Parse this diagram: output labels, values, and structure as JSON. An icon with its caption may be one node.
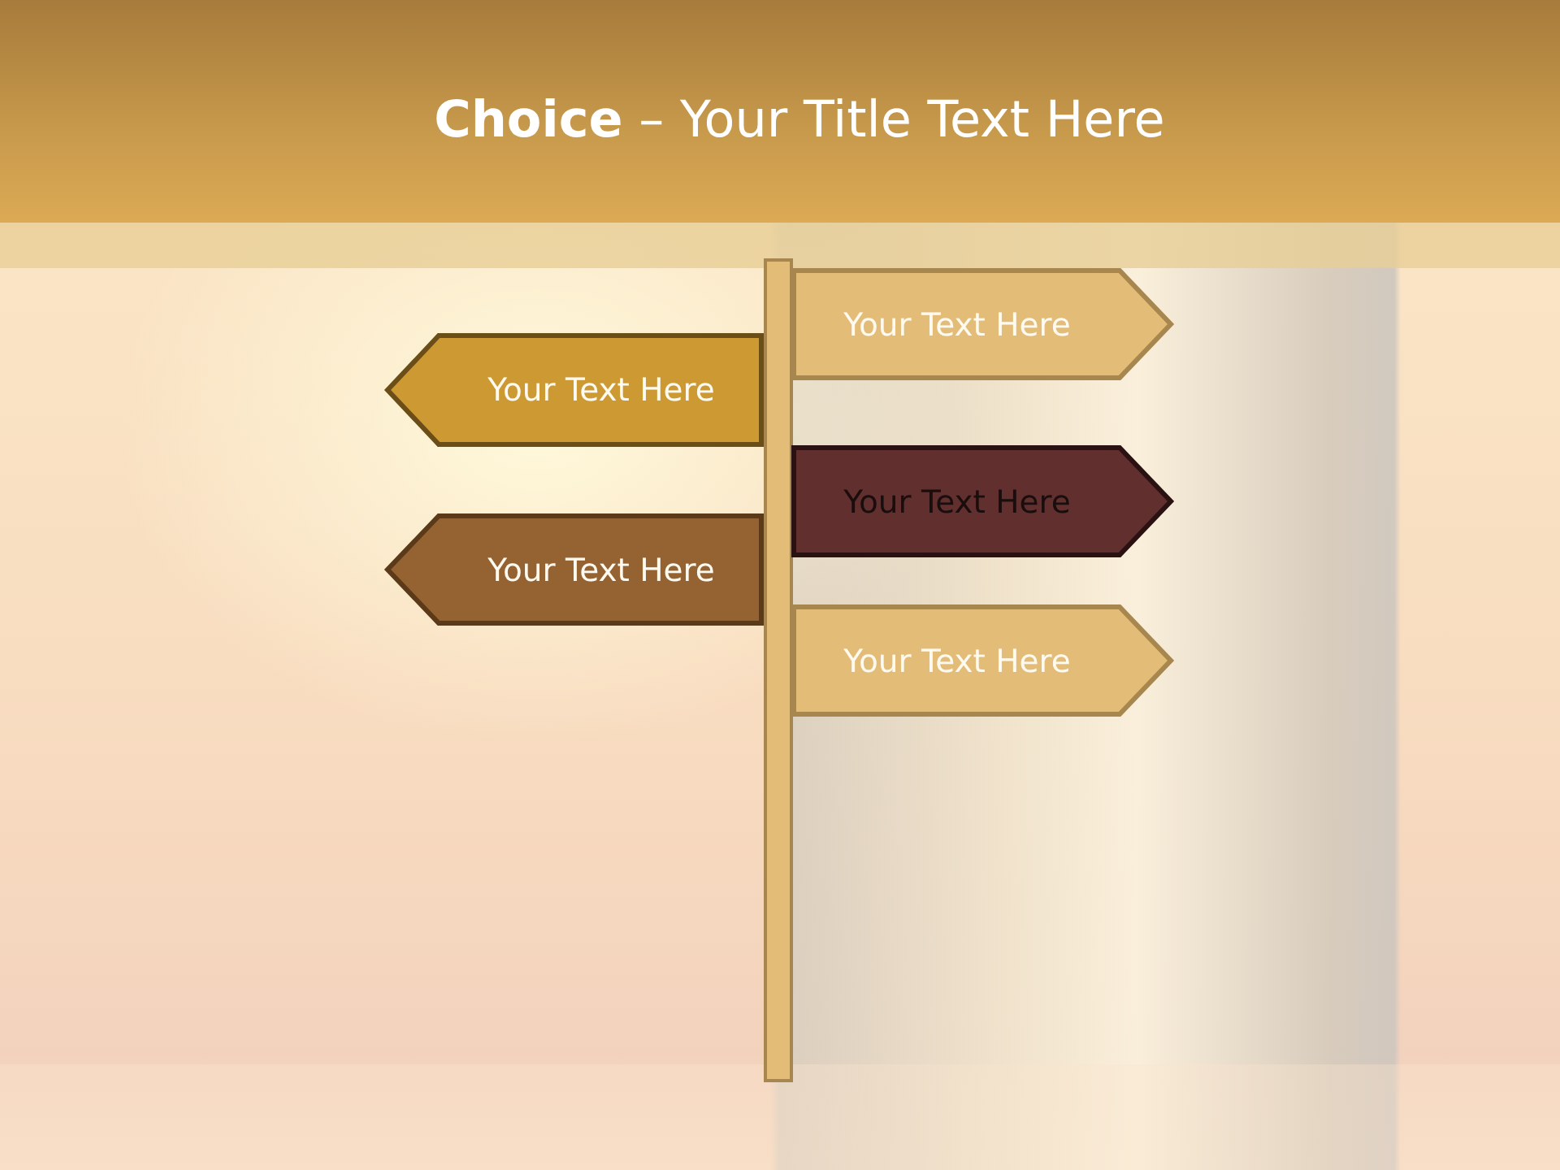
{
  "diagram": {
    "title": "**Choice** – Your Title Text Here",
    "nodes": [
      {
        "text": [],
        "shape": "bar"
      },
      {
        "text": [
          "Your Text Here"
        ]
      },
      {
        "text": [
          "Your Text Here"
        ]
      },
      {
        "text": [
          "Your Text Here"
        ]
      },
      {
        "text": [
          "Your Text Here"
        ]
      },
      {
        "text": [
          "Your Text Here"
        ]
      }
    ],
    "edges": []
  }
}
